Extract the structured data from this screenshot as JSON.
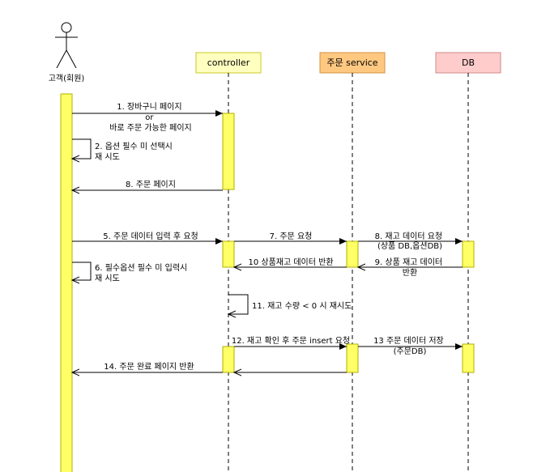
{
  "participants": {
    "actor": {
      "label": "고객(회원)"
    },
    "controller": {
      "label": "controller",
      "fill": "#FFFFC0",
      "stroke": "#C8C828"
    },
    "service": {
      "label": "주문 service",
      "fill": "#FFC880",
      "stroke": "#D09040"
    },
    "db": {
      "label": "DB",
      "fill": "#FFCCCC",
      "stroke": "#D08888"
    }
  },
  "colors": {
    "activation_fill": "#FFFF66",
    "activation_stroke": "#B0B000",
    "line": "#000000"
  },
  "messages": {
    "m1": [
      "1. 장바구니 페이지",
      "or",
      "바로 주문 가능한 페이지"
    ],
    "m2": [
      "2. 옵션 필수 미 선택시",
      "재 시도"
    ],
    "m8a": "8. 주문 페이지",
    "m5": "5. 주문 데이터 입력 후 요청",
    "m7": "7. 주문 요청",
    "m8b": [
      "8. 재고 데이터 요청",
      "(상품 DB,옵션DB)"
    ],
    "m10": "10 상품재고 데이터 반환",
    "m9": [
      "9. 상품 재고 데이터",
      "반환"
    ],
    "m6": [
      "6. 필수옵션 필수 미 입력시",
      "재 시도"
    ],
    "m11": "11. 재고 수량 < 0 시 재시도",
    "m12": "12. 재고 확인 후 주문 insert 요청",
    "m13": [
      "13 주문 데이터 저장",
      "(주문DB)"
    ],
    "m14": "14. 주문 완료 페이지 반환"
  }
}
